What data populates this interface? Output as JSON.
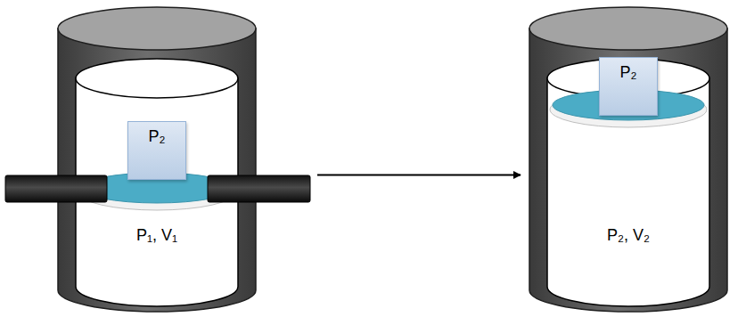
{
  "diagram": {
    "nodes": [
      {
        "text": [
          "P₁, V₁"
        ]
      },
      {
        "text": [
          "P₂"
        ],
        "in": 0
      },
      {
        "text": [
          "P₂, V₂"
        ]
      },
      {
        "text": [
          "P₂"
        ],
        "in": 2
      }
    ],
    "edges": [
      {
        "from": 0,
        "to": 2,
        "arrow": "to"
      }
    ]
  }
}
